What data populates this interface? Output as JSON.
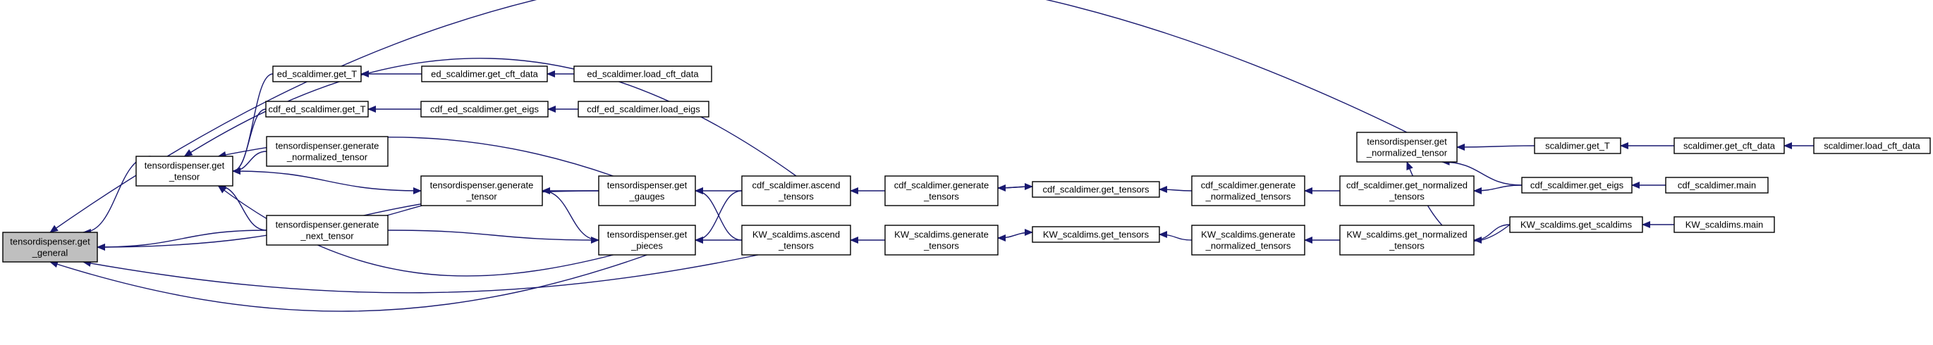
{
  "graph": {
    "colors": {
      "node_fill": "#ffffff",
      "root_fill": "#bfbfbf",
      "edge": "#191970",
      "border": "#000000"
    },
    "nodes": [
      {
        "id": "root",
        "lines": [
          "tensordispenser.get",
          "_general"
        ],
        "root": true
      },
      {
        "id": "get_tensor",
        "lines": [
          "tensordispenser.get",
          "_tensor"
        ]
      },
      {
        "id": "ed_get_T",
        "lines": [
          "ed_scaldimer.get_T"
        ]
      },
      {
        "id": "ed_get_cft",
        "lines": [
          "ed_scaldimer.get_cft_data"
        ]
      },
      {
        "id": "ed_load_cft",
        "lines": [
          "ed_scaldimer.load_cft_data"
        ]
      },
      {
        "id": "cdfed_get_T",
        "lines": [
          "cdf_ed_scaldimer.get_T"
        ]
      },
      {
        "id": "cdfed_get_eigs",
        "lines": [
          "cdf_ed_scaldimer.get_eigs"
        ]
      },
      {
        "id": "cdfed_load_eigs",
        "lines": [
          "cdf_ed_scaldimer.load_eigs"
        ]
      },
      {
        "id": "gen_norm_tensor",
        "lines": [
          "tensordispenser.generate",
          "_normalized_tensor"
        ]
      },
      {
        "id": "gen_tensor",
        "lines": [
          "tensordispenser.generate",
          "_tensor"
        ]
      },
      {
        "id": "gen_next_tensor",
        "lines": [
          "tensordispenser.generate",
          "_next_tensor"
        ]
      },
      {
        "id": "get_gauges",
        "lines": [
          "tensordispenser.get",
          "_gauges"
        ]
      },
      {
        "id": "get_pieces",
        "lines": [
          "tensordispenser.get",
          "_pieces"
        ]
      },
      {
        "id": "cdf_ascend",
        "lines": [
          "cdf_scaldimer.ascend",
          "_tensors"
        ]
      },
      {
        "id": "kw_ascend",
        "lines": [
          "KW_scaldims.ascend",
          "_tensors"
        ]
      },
      {
        "id": "cdf_gen_tensors",
        "lines": [
          "cdf_scaldimer.generate",
          "_tensors"
        ]
      },
      {
        "id": "kw_gen_tensors",
        "lines": [
          "KW_scaldims.generate",
          "_tensors"
        ]
      },
      {
        "id": "cdf_get_tensors",
        "lines": [
          "cdf_scaldimer.get_tensors"
        ]
      },
      {
        "id": "kw_get_tensors",
        "lines": [
          "KW_scaldims.get_tensors"
        ]
      },
      {
        "id": "cdf_gen_norm",
        "lines": [
          "cdf_scaldimer.generate",
          "_normalized_tensors"
        ]
      },
      {
        "id": "kw_gen_norm",
        "lines": [
          "KW_scaldims.generate",
          "_normalized_tensors"
        ]
      },
      {
        "id": "get_norm_tensor",
        "lines": [
          "tensordispenser.get",
          "_normalized_tensor"
        ]
      },
      {
        "id": "cdf_get_norm",
        "lines": [
          "cdf_scaldimer.get_normalized",
          "_tensors"
        ]
      },
      {
        "id": "kw_get_norm",
        "lines": [
          "KW_scaldims.get_normalized",
          "_tensors"
        ]
      },
      {
        "id": "sc_get_T",
        "lines": [
          "scaldimer.get_T"
        ]
      },
      {
        "id": "sc_get_cft",
        "lines": [
          "scaldimer.get_cft_data"
        ]
      },
      {
        "id": "sc_load_cft",
        "lines": [
          "scaldimer.load_cft_data"
        ]
      },
      {
        "id": "cdf_get_eigs",
        "lines": [
          "cdf_scaldimer.get_eigs"
        ]
      },
      {
        "id": "cdf_main",
        "lines": [
          "cdf_scaldimer.main"
        ]
      },
      {
        "id": "kw_get_scaldims",
        "lines": [
          "KW_scaldims.get_scaldims"
        ]
      },
      {
        "id": "kw_main",
        "lines": [
          "KW_scaldims.main"
        ]
      }
    ],
    "edges": [
      {
        "from": "get_tensor",
        "to": "root"
      },
      {
        "from": "gen_next_tensor",
        "to": "root"
      },
      {
        "from": "get_gauges",
        "to": "root"
      },
      {
        "from": "get_pieces",
        "to": "root"
      },
      {
        "from": "kw_ascend",
        "to": "root"
      },
      {
        "from": "get_norm_tensor",
        "to": "root"
      },
      {
        "from": "ed_get_T",
        "to": "get_tensor"
      },
      {
        "from": "cdfed_get_T",
        "to": "get_tensor"
      },
      {
        "from": "gen_norm_tensor",
        "to": "get_tensor"
      },
      {
        "from": "gen_next_tensor",
        "to": "get_tensor"
      },
      {
        "from": "get_gauges",
        "to": "get_tensor"
      },
      {
        "from": "cdf_ascend",
        "to": "get_tensor"
      },
      {
        "from": "get_pieces",
        "to": "get_tensor"
      },
      {
        "from": "ed_get_cft",
        "to": "ed_get_T"
      },
      {
        "from": "ed_load_cft",
        "to": "ed_get_cft"
      },
      {
        "from": "cdfed_get_eigs",
        "to": "cdfed_get_T"
      },
      {
        "from": "cdfed_load_eigs",
        "to": "cdfed_get_eigs"
      },
      {
        "from": "get_tensor",
        "to": "gen_tensor"
      },
      {
        "from": "gen_next_tensor",
        "to": "gen_tensor"
      },
      {
        "from": "get_gauges",
        "to": "gen_tensor"
      },
      {
        "from": "get_pieces",
        "to": "gen_tensor"
      },
      {
        "from": "gen_next_tensor",
        "to": "get_pieces"
      },
      {
        "from": "cdf_ascend",
        "to": "get_gauges"
      },
      {
        "from": "kw_ascend",
        "to": "get_gauges"
      },
      {
        "from": "cdf_ascend",
        "to": "get_pieces"
      },
      {
        "from": "kw_ascend",
        "to": "get_pieces"
      },
      {
        "from": "cdf_gen_tensors",
        "to": "cdf_ascend"
      },
      {
        "from": "kw_gen_tensors",
        "to": "kw_ascend"
      },
      {
        "from": "cdf_get_tensors",
        "to": "cdf_gen_tensors"
      },
      {
        "from": "cdf_gen_tensors",
        "to": "cdf_get_tensors"
      },
      {
        "from": "kw_get_tensors",
        "to": "kw_gen_tensors"
      },
      {
        "from": "kw_gen_tensors",
        "to": "kw_get_tensors"
      },
      {
        "from": "cdf_gen_norm",
        "to": "cdf_get_tensors"
      },
      {
        "from": "kw_gen_norm",
        "to": "kw_get_tensors"
      },
      {
        "from": "cdf_get_norm",
        "to": "cdf_gen_norm"
      },
      {
        "from": "kw_get_norm",
        "to": "kw_gen_norm"
      },
      {
        "from": "cdf_get_eigs",
        "to": "cdf_get_norm"
      },
      {
        "from": "kw_get_scaldims",
        "to": "kw_get_norm"
      },
      {
        "from": "sc_get_T",
        "to": "get_norm_tensor"
      },
      {
        "from": "cdf_get_eigs",
        "to": "get_norm_tensor"
      },
      {
        "from": "kw_get_scaldims",
        "to": "get_norm_tensor"
      },
      {
        "from": "sc_get_cft",
        "to": "sc_get_T"
      },
      {
        "from": "sc_load_cft",
        "to": "sc_get_cft"
      },
      {
        "from": "cdf_main",
        "to": "cdf_get_eigs"
      },
      {
        "from": "kw_main",
        "to": "kw_get_scaldims"
      }
    ]
  }
}
